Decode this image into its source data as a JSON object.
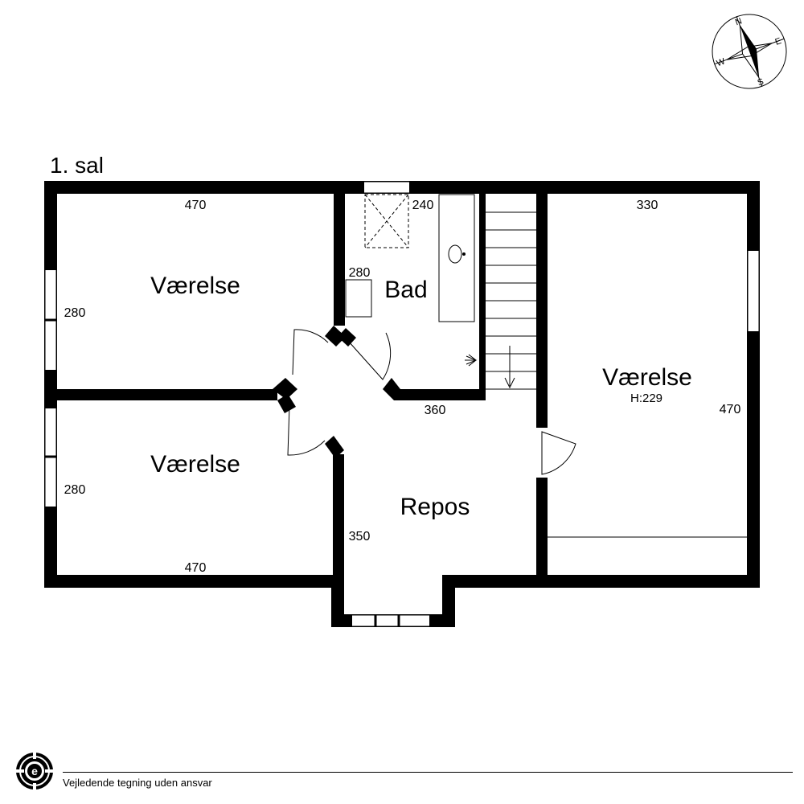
{
  "floor_title": "1. sal",
  "rooms": {
    "room_nw": "Værelse",
    "room_sw": "Værelse",
    "room_e": "Værelse",
    "bath": "Bad",
    "landing": "Repos"
  },
  "room_e_height": "H:229",
  "dimensions": {
    "nw_width": "470",
    "nw_depth": "280",
    "sw_depth": "280",
    "sw_width": "470",
    "bath_top": "240",
    "bath_side": "280",
    "bath_bottom": "360",
    "landing_side": "350",
    "e_width": "330",
    "e_depth": "470"
  },
  "compass": {
    "north": "N",
    "east": "E",
    "south": "S",
    "west": "W"
  },
  "logo_letter": "e",
  "disclaimer": "Vejledende tegning uden ansvar"
}
